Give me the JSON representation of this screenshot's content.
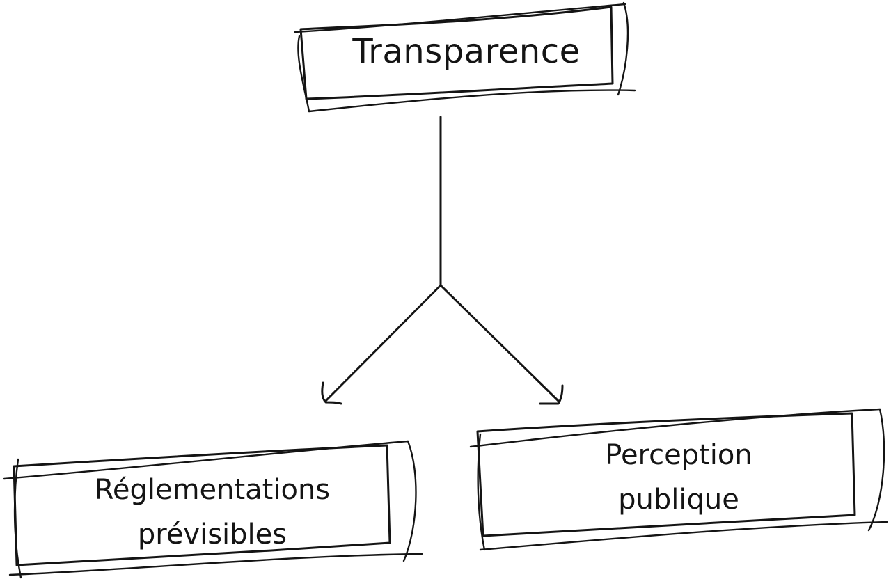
{
  "nodes": {
    "root": {
      "label": "Transparence"
    },
    "left": {
      "line1": "Réglementations",
      "line2": "prévisibles"
    },
    "right": {
      "line1": "Perception",
      "line2": "publique"
    }
  },
  "style": {
    "stroke_color": "#141414",
    "background": "#ffffff"
  }
}
